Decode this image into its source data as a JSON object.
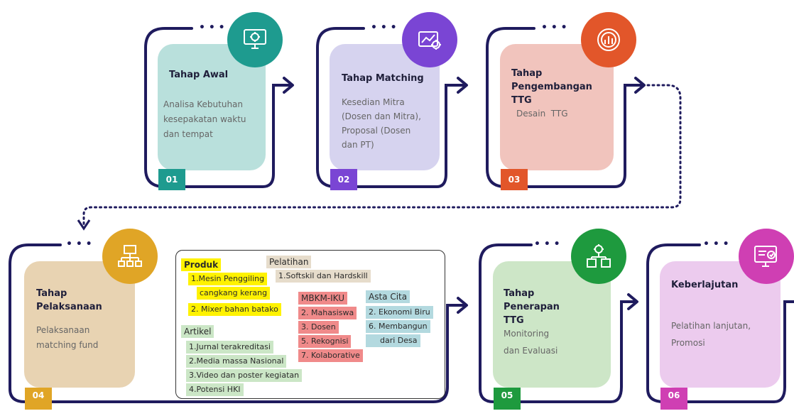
{
  "stages": [
    {
      "num": "01",
      "title": "Tahap Awal",
      "desc": [
        "Analisa Kebutuhan",
        "kesepakatan waktu",
        "dan tempat"
      ],
      "icon": "monitor-settings-icon",
      "card_color": "#b9e0dc",
      "accent": "#1e9b8f"
    },
    {
      "num": "02",
      "title": "Tahap Matching",
      "desc": [
        "Kesedian Mitra",
        "(Dosen dan Mitra),",
        "Proposal (Dosen",
        "dan PT)"
      ],
      "icon": "analytics-gear-icon",
      "card_color": "#d6d3ef",
      "accent": "#7a45d4"
    },
    {
      "num": "03",
      "title": "Tahap Pengembangan TTG",
      "desc": [
        "Desain  TTG"
      ],
      "icon": "circular-chart-icon",
      "card_color": "#f1c4bd",
      "accent": "#e2562a"
    },
    {
      "num": "04",
      "title": "Tahap Pelaksanaan",
      "desc": [
        "Pelaksanaan",
        "matching fund"
      ],
      "icon": "network-icon",
      "card_color": "#e8d3b2",
      "accent": "#e0a526"
    },
    {
      "num": "05",
      "title": "Tahap Penerapan TTG",
      "desc": [
        "Monitoring",
        "dan Evaluasi"
      ],
      "icon": "boxes-gear-icon",
      "card_color": "#cde6c7",
      "accent": "#1e9a3e"
    },
    {
      "num": "06",
      "title": "Keberlajutan",
      "desc": [
        "Pelatihan lanjutan,",
        "Promosi"
      ],
      "icon": "presentation-check-icon",
      "card_color": "#eccbee",
      "accent": "#cf3fb3"
    }
  ],
  "outputs": {
    "produk": {
      "label": "Produk",
      "items": [
        "1.Mesin Penggiling",
        "cangkang kerang",
        "2. Mixer bahan batako"
      ],
      "color": "#fff200"
    },
    "pelatihan": {
      "label": "Pelatihan",
      "items": [
        "1.Softskil dan Hardskill"
      ],
      "color": "#e6dccb"
    },
    "mbkm": {
      "label": "MBKM-IKU",
      "items": [
        "2. Mahasiswa",
        "3. Dosen",
        "5. Rekognisi",
        "7. Kolaborative"
      ],
      "color": "#f08a8a"
    },
    "asta": {
      "label": "Asta Cita",
      "items": [
        "2. Ekonomi Biru",
        "6. Membangun",
        "dari Desa"
      ],
      "color": "#b3d9df"
    },
    "artikel": {
      "label": "Artikel",
      "items": [
        "1.Jurnal terakreditasi",
        "2.Media massa Nasional",
        "3.Video dan poster kegiatan",
        "4.Potensi HKI"
      ],
      "color": "#cbe6c6"
    }
  },
  "dots": "• • •",
  "line_color": "#1f1b5e"
}
